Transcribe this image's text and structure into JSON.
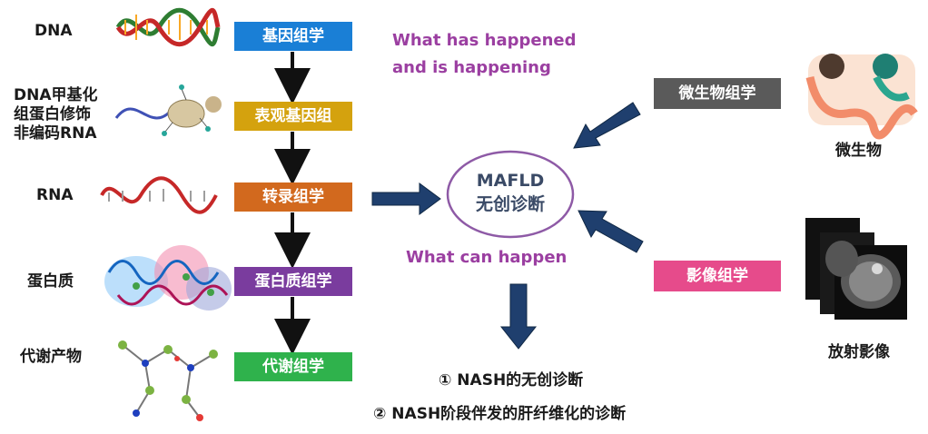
{
  "left_labels": [
    "DNA",
    "DNA甲基化\n组蛋白修饰\n非编码RNA",
    "RNA",
    "蛋白质",
    "代谢产物"
  ],
  "omics": [
    {
      "label": "基因组学",
      "color": "#1a7fd6"
    },
    {
      "label": "表观基因组",
      "color": "#d4a20e"
    },
    {
      "label": "转录组学",
      "color": "#d2691e"
    },
    {
      "label": "蛋白质组学",
      "color": "#7a3c9e"
    },
    {
      "label": "代谢组学",
      "color": "#2fb24c"
    }
  ],
  "center": {
    "title": "MAFLD",
    "subtitle": "无创诊断"
  },
  "top_text": "What has happened\nand is happening",
  "bottom_text": "What can  happen",
  "right": {
    "micro_tile": "微生物组学",
    "micro_label": "微生物",
    "imaging_tile": "影像组学",
    "imaging_label": "放射影像"
  },
  "outcomes": [
    "①  NASH的无创诊断",
    "②  NASH阶段伴发的肝纤维化的诊断"
  ],
  "colors": {
    "arrow_fill": "#1f3f6e",
    "micro_tile": "#5a5a5a",
    "imaging_tile": "#e64b8b",
    "circle": "#8e5aa6"
  }
}
